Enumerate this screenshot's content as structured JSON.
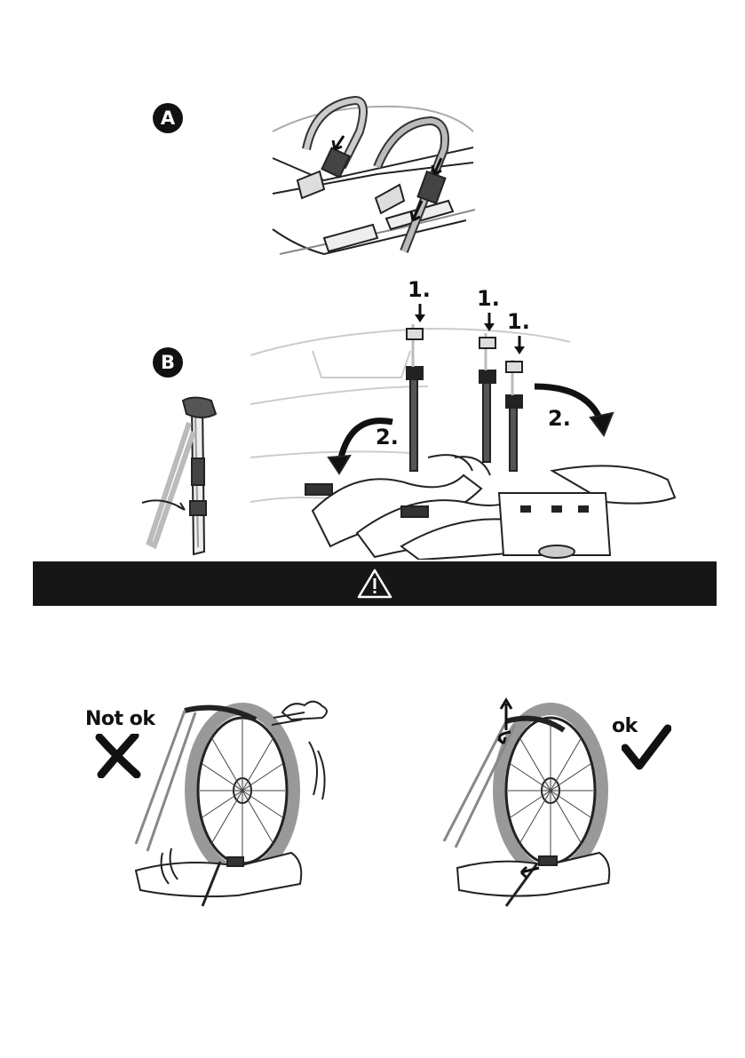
{
  "page": {
    "label_a": "A",
    "label_b": "B",
    "step_1": "1.",
    "step_2": "2.",
    "warning_icon": "warning-triangle-icon",
    "not_ok_label": "Not ok",
    "ok_label": "ok",
    "cross_icon": "cross-mark-icon",
    "check_icon": "check-mark-icon"
  }
}
